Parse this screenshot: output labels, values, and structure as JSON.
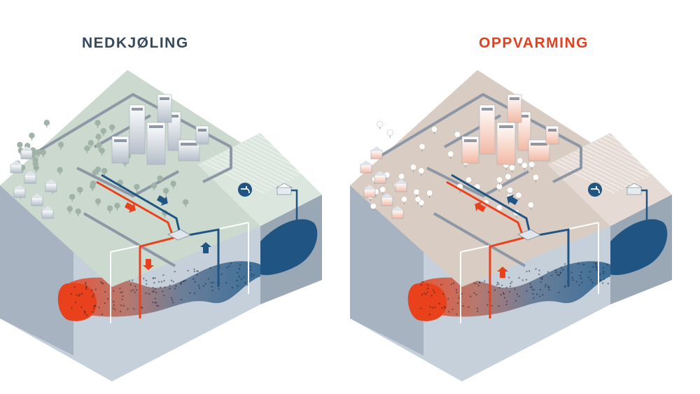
{
  "titles": {
    "cooling": "NEDKJØLING",
    "heating": "OPPVARMING"
  },
  "colors": {
    "cooling_title": "#34495e",
    "heating_title": "#e2401f",
    "warm": "#e8411c",
    "cold": "#1f5483",
    "ground_cooling": "#cbd9cf",
    "ground_heating": "#d9ccc3",
    "block_front": "#c6d0da",
    "block_side": "#9aa7b5",
    "road": "#8c98a6"
  },
  "icons": {
    "water_tap": "water-tap-icon",
    "arrow": "flow-arrow-icon"
  },
  "panels": [
    {
      "id": "cooling",
      "mode": "cooling"
    },
    {
      "id": "heating",
      "mode": "heating"
    }
  ]
}
